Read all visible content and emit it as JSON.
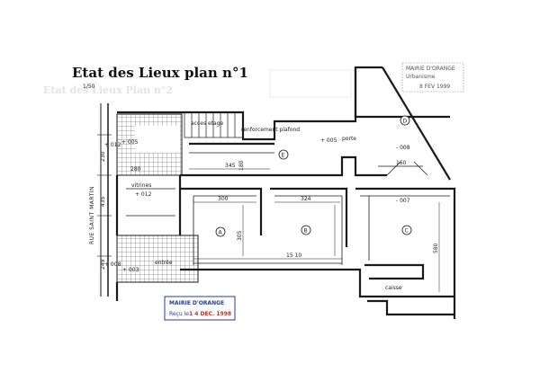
{
  "title": {
    "main": "Etat des Lieux",
    "plan": "plan n°1",
    "scale": "1/50"
  },
  "street_name": "RUE SAINT MARTIN",
  "labels": {
    "acces_etage": "acces etage",
    "vitrines": "vitrines",
    "entree": "entrée",
    "caisse": "caisse",
    "porte": "porte",
    "plafond_note": "renforcement plafond"
  },
  "rooms": {
    "room_e": "E",
    "room_a": "A",
    "room_b": "B",
    "room_c": "C",
    "room_d": "D"
  },
  "elevations": {
    "e1": "+ 012",
    "e2": "+ 005",
    "e3": "+ 012",
    "e4": "+ 008",
    "e5": "+ 003",
    "e6": "+ 005",
    "e7": "- 008",
    "e8": "- 007"
  },
  "dimensions": {
    "d_300": "300",
    "d_324": "324",
    "d_345": "345",
    "d_305": "305",
    "d_580": "580",
    "d_1510": "15 10",
    "d_230": "230",
    "d_180": "180",
    "d_280": "280",
    "d_435": "435",
    "d_249": "249",
    "d_160": "160"
  },
  "stamp_main": {
    "line1": "MAIRIE D'ORANGE",
    "line2": "Reçu le",
    "date": "1 4 DEC. 1998"
  },
  "stamp_corner": {
    "line1": "MAIRIE D'ORANGE",
    "line2": "Urbanisme",
    "date": "8 FEV 1999"
  },
  "ghost_text": "Etat des Lieux Plan n°2",
  "colors": {
    "ink": "#1a1a1a",
    "paper": "#ffffff",
    "stamp_blue": "#2a3d9a",
    "stamp_red": "#c0302a"
  }
}
